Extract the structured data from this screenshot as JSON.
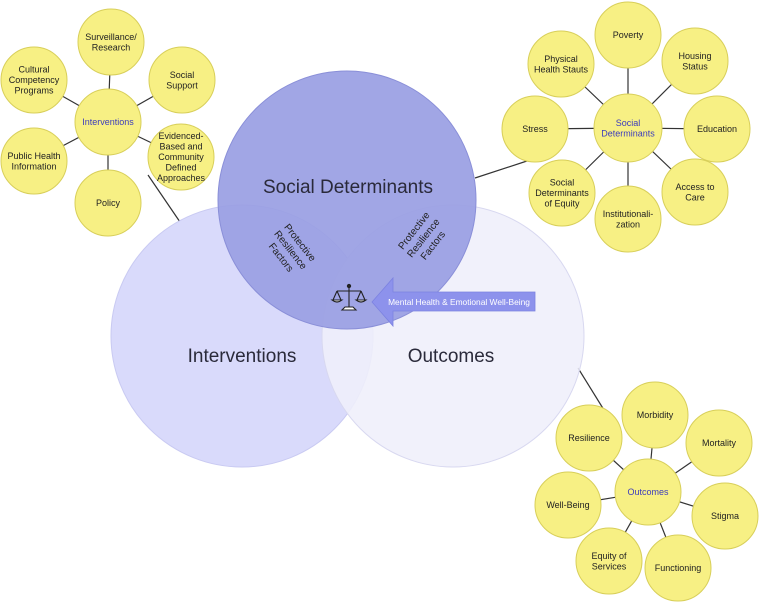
{
  "venn": {
    "social_determinants": "Social Determinants",
    "interventions": "Interventions",
    "outcomes": "Outcomes",
    "protective_left": [
      "Protective",
      "Resilience",
      "Factors"
    ],
    "protective_right": [
      "Protective",
      "Resilience",
      "Factors"
    ],
    "arrow_label": "Mental Health & Emotional Well-Being",
    "icon": "scales-of-justice-icon"
  },
  "clusters": {
    "interventions": {
      "hub": "Interventions",
      "nodes": [
        [
          "Surveillance/",
          "Research"
        ],
        [
          "Social",
          "Support"
        ],
        [
          "Evidenced-",
          "Based and",
          "Community",
          "Defined",
          "Approaches"
        ],
        [
          "Policy"
        ],
        [
          "Public Health",
          "Information"
        ],
        [
          "Cultural",
          "Competency",
          "Programs"
        ]
      ]
    },
    "social_determinants": {
      "hub": [
        "Social",
        "Determinants"
      ],
      "nodes": [
        [
          "Poverty"
        ],
        [
          "Housing",
          "Status"
        ],
        [
          "Education"
        ],
        [
          "Access to",
          "Care"
        ],
        [
          "Institutionali-",
          "zation"
        ],
        [
          "Social",
          "Determinants",
          "of Equity"
        ],
        [
          "Stress"
        ],
        [
          "Physical",
          "Health Stauts"
        ]
      ]
    },
    "outcomes": {
      "hub": "Outcomes",
      "nodes": [
        [
          "Morbidity"
        ],
        [
          "Mortality"
        ],
        [
          "Stigma"
        ],
        [
          "Functioning"
        ],
        [
          "Equity of",
          "Services"
        ],
        [
          "Well-Being"
        ],
        [
          "Resilience"
        ]
      ]
    }
  },
  "colors": {
    "social_circle": "#9a9fe3",
    "interventions_circle": "#d9dafb",
    "outcomes_circle": "#efeffb",
    "node_fill": "#f7f084",
    "hub_text": "#3b3bbd",
    "arrow": "#8d92ec"
  }
}
